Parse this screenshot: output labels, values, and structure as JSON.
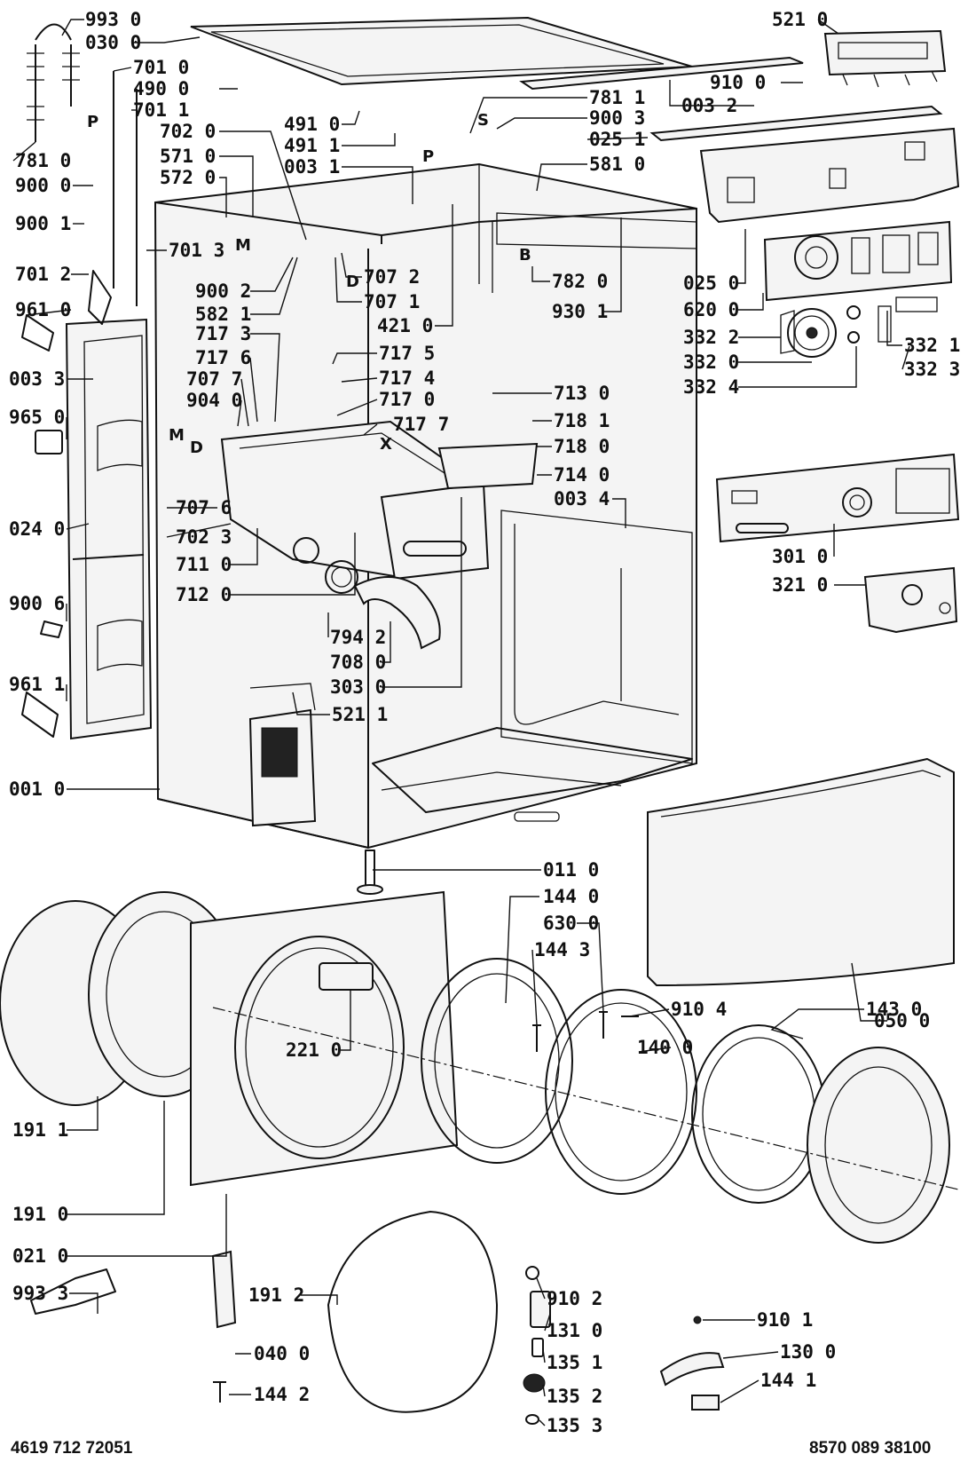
{
  "footer": {
    "left_code": "4619 712 72051",
    "right_code": "8570 089 38100"
  },
  "letters": [
    "P",
    "S",
    "P",
    "B",
    "M",
    "D",
    "X",
    "M",
    "D"
  ],
  "labels": [
    "993 0",
    "030 0",
    "701 0",
    "490 0",
    "701 1",
    "491 0",
    "491 1",
    "702 0",
    "571 0",
    "572 0",
    "003 1",
    "781 0",
    "900 0",
    "900 1",
    "701 3",
    "701 2",
    "961 0",
    "003 3",
    "965 0",
    "024 0",
    "900 6",
    "961 1",
    "001 0",
    "781 1",
    "900 3",
    "025 1",
    "581 0",
    "521 0",
    "910 0",
    "003 2",
    "025 0",
    "620 0",
    "332 2",
    "332 0",
    "332 4",
    "332 1",
    "332 3",
    "707 2",
    "707 1",
    "421 0",
    "782 0",
    "930 1",
    "900 2",
    "582 1",
    "717 3",
    "717 6",
    "707 7",
    "904 0",
    "717 5",
    "717 4",
    "717 0",
    "717 7",
    "713 0",
    "718 1",
    "718 0",
    "714 0",
    "003 4",
    "707 6",
    "702 3",
    "711 0",
    "712 0",
    "794 2",
    "708 0",
    "303 0",
    "521 1",
    "301 0",
    "321 0",
    "011 0",
    "144 0",
    "630 0",
    "144 3",
    "910 4",
    "140 0",
    "221 0",
    "050 0",
    "143 0",
    "191 1",
    "191 0",
    "021 0",
    "993 3",
    "191 2",
    "040 0",
    "144 2",
    "910 2",
    "131 0",
    "135 1",
    "135 2",
    "135 3",
    "910 1",
    "130 0",
    "144 1"
  ]
}
